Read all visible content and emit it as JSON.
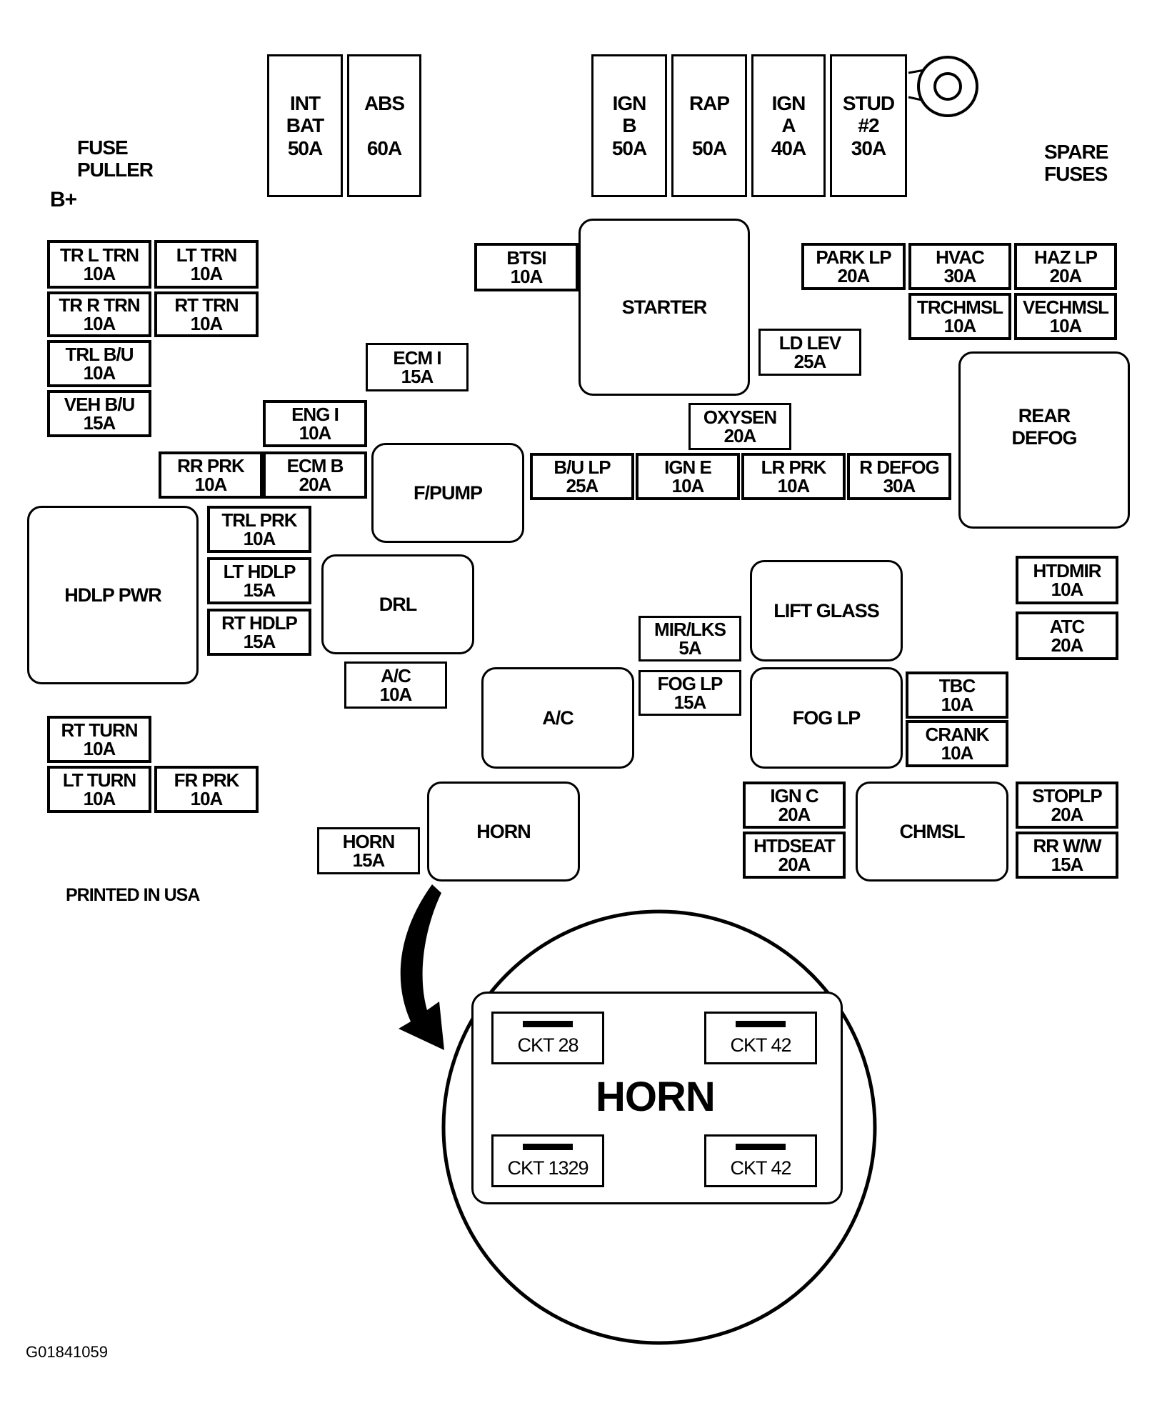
{
  "labels": {
    "fuse_puller": "FUSE\nPULLER",
    "b_plus": "B+",
    "spare_fuses": "SPARE\nFUSES",
    "printed": "PRINTED IN USA",
    "code": "G01841059"
  },
  "maxi_fuses": {
    "int_bat": "INT\nBAT\n50A",
    "abs": "ABS\n\n60A",
    "ign_b": "IGN\nB\n50A",
    "rap": "RAP\n\n50A",
    "ign_a": "IGN\nA\n40A",
    "stud2": "STUD\n#2\n30A"
  },
  "fuses": {
    "tr_l_trn": "TR L TRN\n10A",
    "lt_trn": "LT TRN\n10A",
    "tr_r_trn": "TR R TRN\n10A",
    "rt_trn": "RT TRN\n10A",
    "trl_bu": "TRL B/U\n10A",
    "veh_bu": "VEH B/U\n15A",
    "btsi": "BTSI\n10A",
    "ecm_i": "ECM I\n15A",
    "eng_i": "ENG I\n10A",
    "rr_prk": "RR PRK\n10A",
    "ecm_b": "ECM B\n20A",
    "trl_prk": "TRL PRK\n10A",
    "lt_hdlp": "LT HDLP\n15A",
    "rt_hdlp": "RT HDLP\n15A",
    "ac_fuse": "A/C\n10A",
    "park_lp": "PARK LP\n20A",
    "hvac": "HVAC\n30A",
    "haz_lp": "HAZ LP\n20A",
    "trchmsl": "TRCHMSL\n10A",
    "vechmsl": "VECHMSL\n10A",
    "ld_lev": "LD LEV\n25A",
    "oxysen": "OXYSEN\n20A",
    "bu_lp": "B/U LP\n25A",
    "ign_e": "IGN E\n10A",
    "lr_prk": "LR PRK\n10A",
    "r_defog": "R DEFOG\n30A",
    "htdmir": "HTDMIR\n10A",
    "atc": "ATC\n20A",
    "mir_lks": "MIR/LKS\n5A",
    "fog_lp_fuse": "FOG LP\n15A",
    "tbc": "TBC\n10A",
    "crank": "CRANK\n10A",
    "rt_turn": "RT TURN\n10A",
    "lt_turn": "LT TURN\n10A",
    "fr_prk": "FR PRK\n10A",
    "horn_fuse": "HORN\n15A",
    "ign_c": "IGN C\n20A",
    "htdseat": "HTDSEAT\n20A",
    "stoplp": "STOPLP\n20A",
    "rr_ww": "RR W/W\n15A"
  },
  "relays": {
    "starter": "STARTER",
    "rear_defog": "REAR\nDEFOG",
    "f_pump": "F/PUMP",
    "hdlp_pwr": "HDLP PWR",
    "drl": "DRL",
    "lift_glass": "LIFT GLASS",
    "ac": "A/C",
    "fog_lp": "FOG LP",
    "horn": "HORN",
    "chmsl": "CHMSL"
  },
  "horn_detail": {
    "title": "HORN",
    "ckt_top_left": "CKT 28",
    "ckt_top_right": "CKT 42",
    "ckt_bottom_left": "CKT 1329",
    "ckt_bottom_right": "CKT 42"
  }
}
